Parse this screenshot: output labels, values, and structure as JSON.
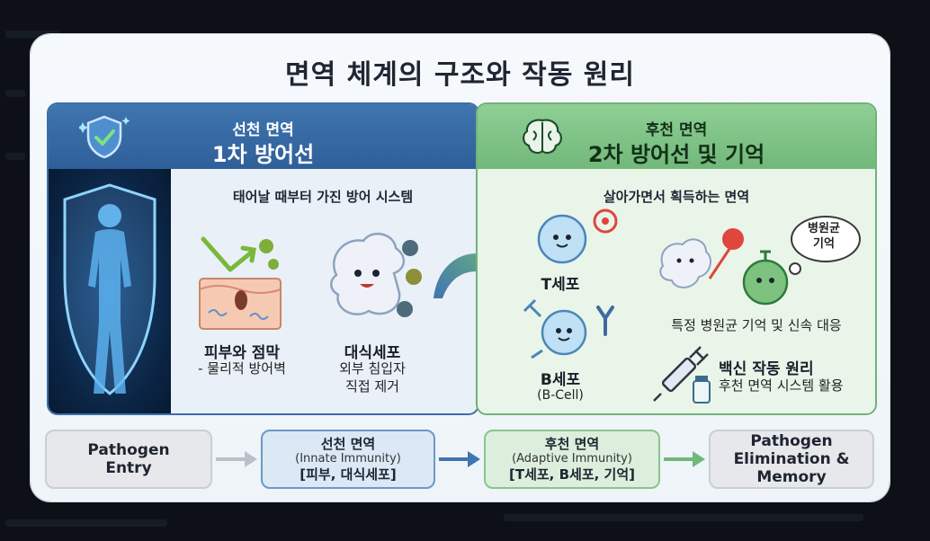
{
  "title": "면역 체계의 구조와 작동 원리",
  "innate": {
    "head_line1": "선천 면역",
    "head_line2": "1차 방어선",
    "subtitle": "태어날 때부터 가진 방어 시스템",
    "skin_title": "피부와 점막",
    "skin_desc": "- 물리적 방어벽",
    "macro_title": "대식세포",
    "macro_desc1": "외부 침입자",
    "macro_desc2": "직접 제거"
  },
  "adaptive": {
    "head_line1": "후천 면역",
    "head_line2": "2차 방어선 및 기억",
    "subtitle": "살아가면서 획득하는 면역",
    "tcell_label": "T세포",
    "bcell_label": "B세포",
    "bcell_sub": "(B-Cell)",
    "bubble_line1": "병원균",
    "bubble_line2": "기억",
    "memory_desc": "특정 병원균 기억 및 신속 대응",
    "vaccine_title": "백신 작동 원리",
    "vaccine_desc": "후천 면역 시스템 활용"
  },
  "flow": {
    "step1": "Pathogen Entry",
    "step2_title": "선천 면역",
    "step2_en": "(Innate Immunity)",
    "step2_items": "[피부, 대식세포]",
    "step3_title": "후천 면역",
    "step3_en": "(Adaptive Immunity)",
    "step3_items": "[T세포, B세포, 기억]",
    "step4": "Pathogen Elimination & Memory"
  },
  "colors": {
    "innate_accent": "#3c6ea6",
    "adaptive_accent": "#71b27a",
    "arrow_blue": "#3f75b0",
    "arrow_green": "#72b87a"
  },
  "icons": [
    "shield-check-icon",
    "brain-icon",
    "target-icon",
    "antibody-icon",
    "syringe-icon",
    "virus-icon"
  ]
}
